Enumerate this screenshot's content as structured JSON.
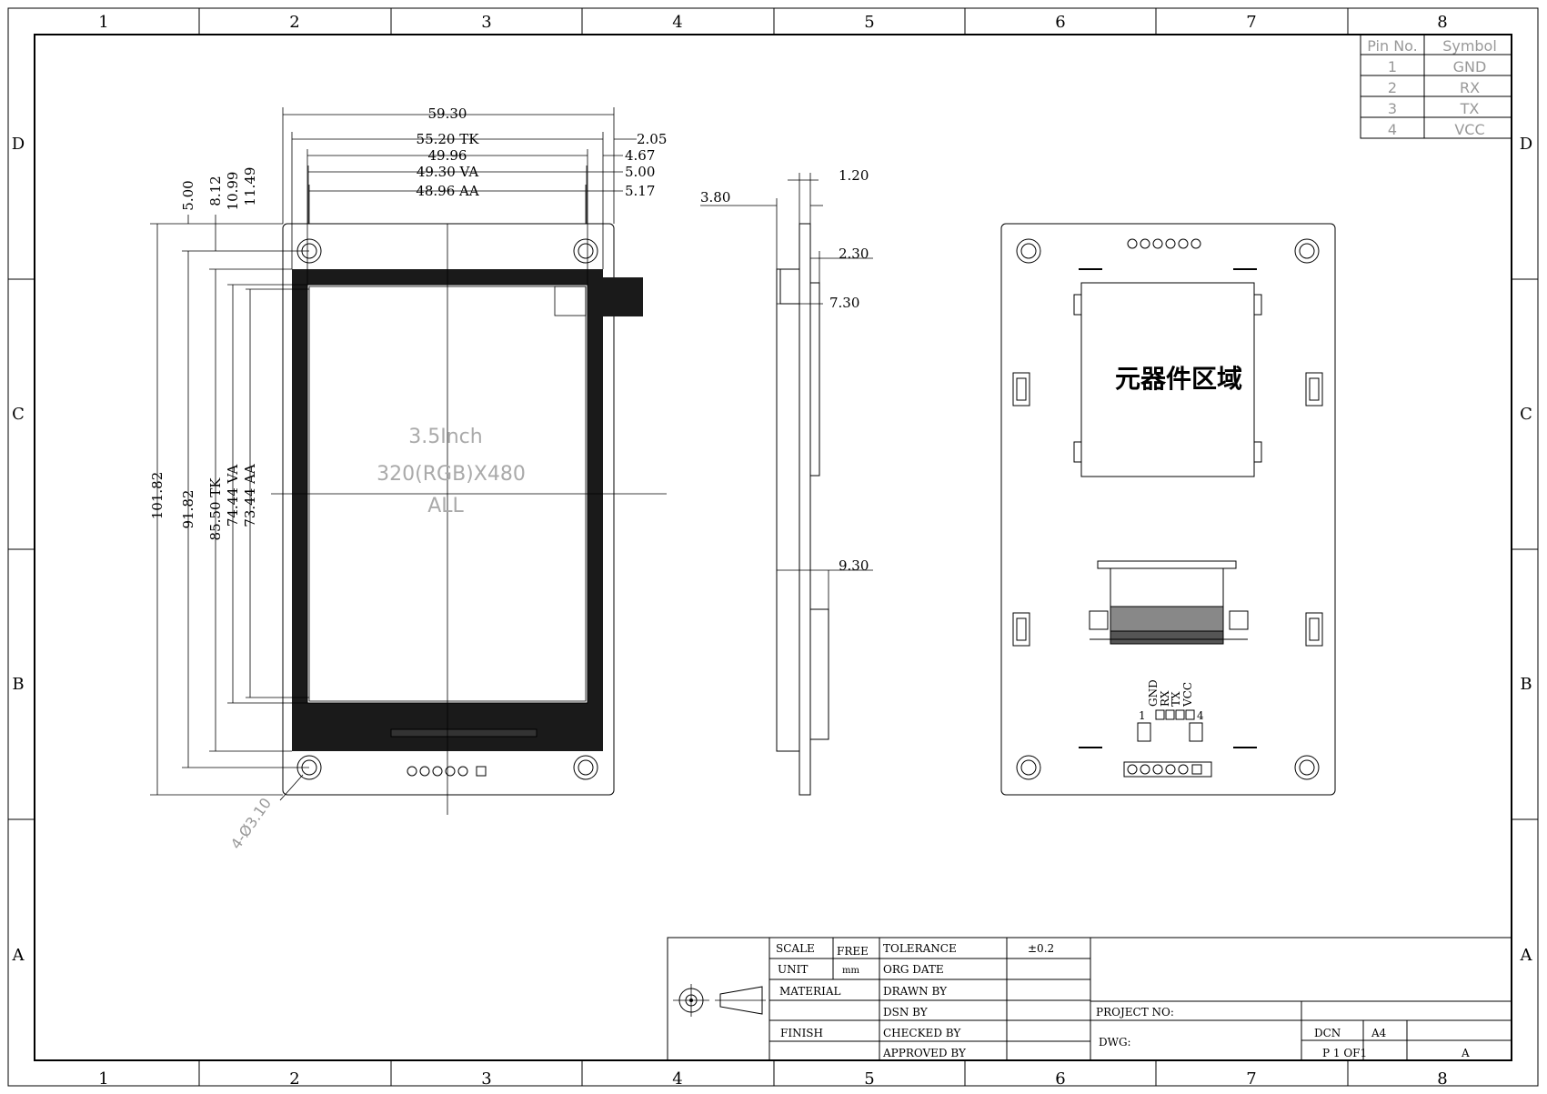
{
  "frame": {
    "columns": [
      "1",
      "2",
      "3",
      "4",
      "5",
      "6",
      "7",
      "8"
    ],
    "rows": [
      "D",
      "C",
      "B",
      "A"
    ]
  },
  "pin_table": {
    "headers": [
      "Pin No.",
      "Symbol"
    ],
    "rows": [
      [
        "1",
        "GND"
      ],
      [
        "2",
        "RX"
      ],
      [
        "3",
        "TX"
      ],
      [
        "4",
        "VCC"
      ]
    ]
  },
  "front_view": {
    "top_dims": [
      "59.30",
      "55.20 TK",
      "49.96",
      "49.30 VA",
      "48.96 AA"
    ],
    "right_dims": [
      "2.05",
      "4.67",
      "5.00",
      "5.17"
    ],
    "left_dims": [
      "5.00",
      "8.12",
      "10.99",
      "11.49"
    ],
    "vertical_dims": [
      "101.82",
      "91.82",
      "85.50 TK",
      "74.44 VA",
      "73.44 AA"
    ],
    "hole_label": "4-Ø3.10",
    "screen_labels": [
      "3.5Inch",
      "320(RGB)X480",
      "ALL"
    ]
  },
  "side_view": {
    "dims": [
      "1.20",
      "3.80",
      "2.30",
      "7.30",
      "9.30"
    ]
  },
  "back_view": {
    "component_area": "元器件区域",
    "pin_labels": [
      "GND",
      "RX",
      "TX",
      "VCC"
    ],
    "pin_num_left": "1",
    "pin_num_right": "4"
  },
  "title_block": {
    "scale_label": "SCALE",
    "scale_value": "FREE",
    "unit_label": "UNIT",
    "unit_value": "mm",
    "material_label": "MATERIAL",
    "finish_label": "FINISH",
    "tolerance_label": "TOLERANCE",
    "tolerance_value": "±0.2",
    "org_date_label": "ORG DATE",
    "drawn_by_label": "DRAWN BY",
    "dsn_by_label": "DSN BY",
    "checked_by_label": "CHECKED BY",
    "approved_by_label": "APPROVED BY",
    "project_no_label": "PROJECT NO:",
    "dwg_label": "DWG:",
    "dcn_label": "DCN",
    "size_value": "A4",
    "page_value": "P  1 OF1",
    "rev_value": "A"
  }
}
